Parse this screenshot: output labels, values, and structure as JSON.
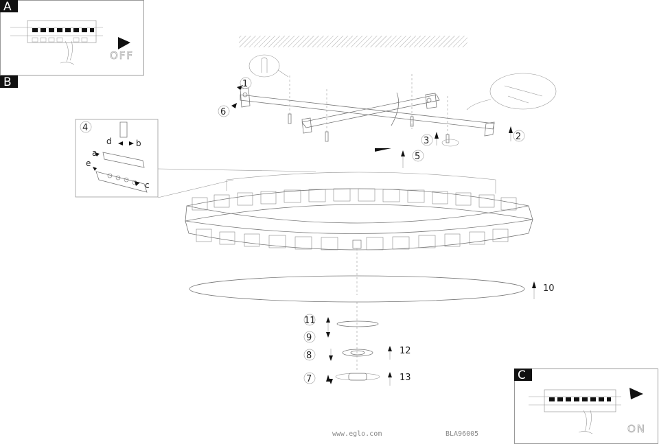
{
  "panels": {
    "a": {
      "tag": "A",
      "state": "OFF"
    },
    "b": {
      "tag": "B"
    },
    "c": {
      "tag": "C",
      "state": "ON"
    }
  },
  "callouts": {
    "n1": "1",
    "n2": "2",
    "n3": "3",
    "n4": "4",
    "n5": "5",
    "n6": "6",
    "n7": "7",
    "n8": "8",
    "n9": "9",
    "n10": "10",
    "n11": "11",
    "n12": "12",
    "n13": "13"
  },
  "detail_letters": {
    "a": "a",
    "b": "b",
    "c": "c",
    "d": "d",
    "e": "e"
  },
  "footer": {
    "website": "www.eglo.com",
    "code": "BLA96005"
  }
}
